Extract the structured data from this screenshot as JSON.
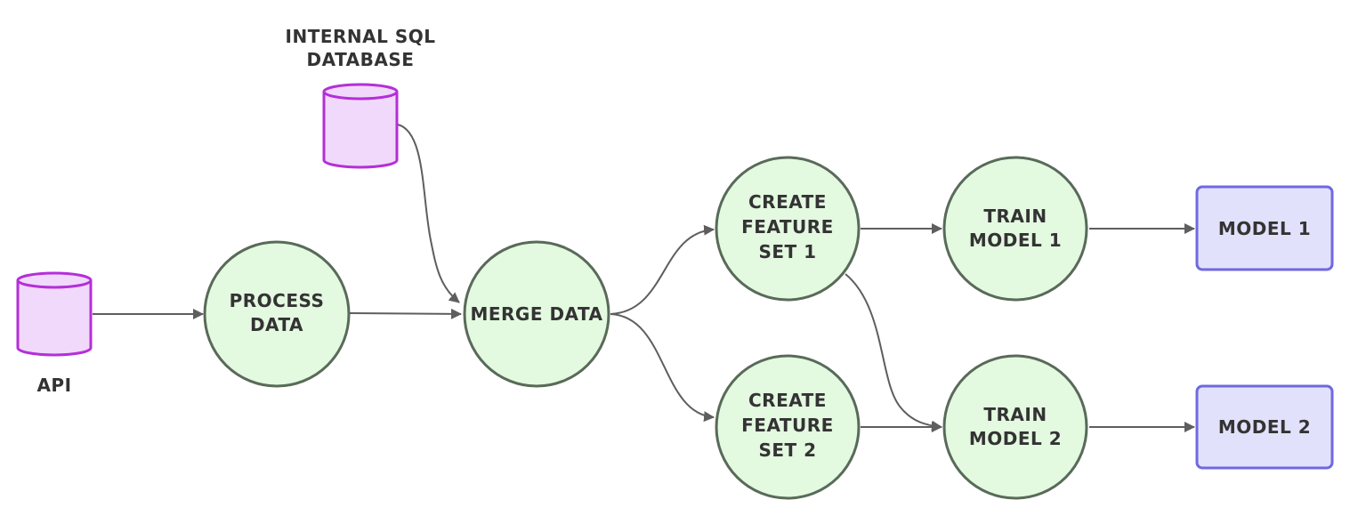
{
  "diagram": {
    "nodes": {
      "sql_db": {
        "lines": [
          "INTERNAL SQL",
          "DATABASE"
        ]
      },
      "api": {
        "lines": [
          "API"
        ]
      },
      "process": {
        "lines": [
          "PROCESS",
          "DATA"
        ]
      },
      "merge": {
        "lines": [
          "MERGE DATA"
        ]
      },
      "feature1": {
        "lines": [
          "CREATE",
          "FEATURE",
          "SET 1"
        ]
      },
      "feature2": {
        "lines": [
          "CREATE",
          "FEATURE",
          "SET 2"
        ]
      },
      "train1": {
        "lines": [
          "TRAIN",
          "MODEL 1"
        ]
      },
      "train2": {
        "lines": [
          "TRAIN",
          "MODEL 2"
        ]
      },
      "model1": {
        "lines": [
          "MODEL 1"
        ]
      },
      "model2": {
        "lines": [
          "MODEL 2"
        ]
      }
    },
    "colors": {
      "circle_fill": "#e3f9e0",
      "circle_stroke": "#596a59",
      "box_fill": "#e2e1fb",
      "box_stroke": "#7068e2",
      "db_fill": "#f1d9fb",
      "db_stroke": "#b42fd8",
      "edge": "#5e5e5e"
    }
  }
}
